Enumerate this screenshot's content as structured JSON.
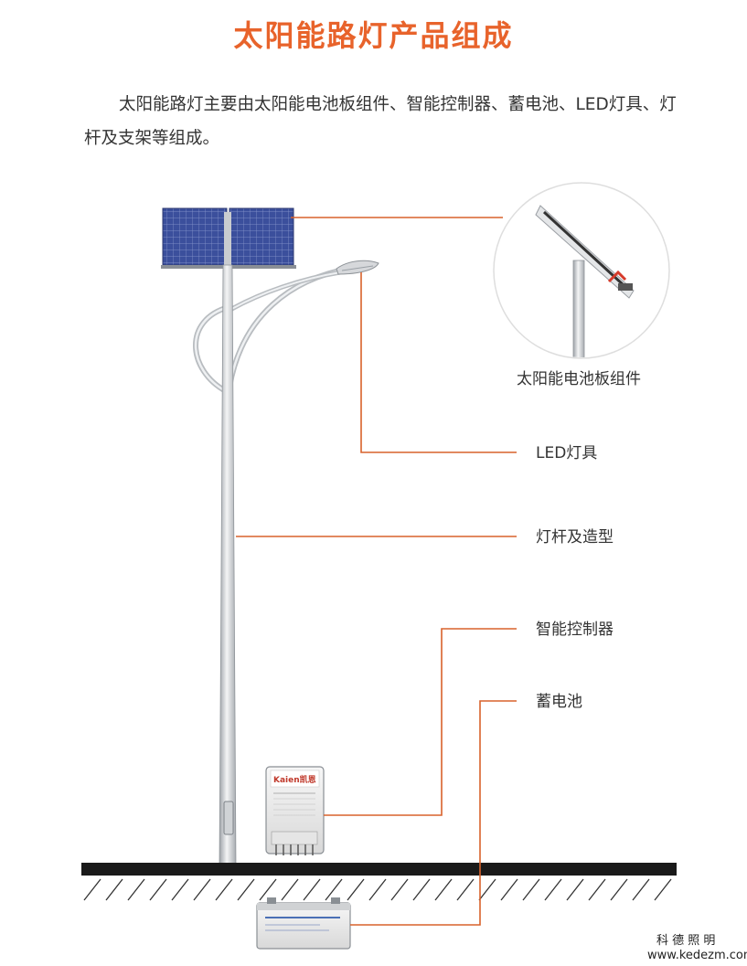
{
  "header": {
    "title": "太阳能路灯产品组成",
    "intro": "太阳能路灯主要由太阳能电池板组件、智能控制器、蓄电池、LED灯具、灯杆及支架等组成。"
  },
  "components": {
    "solar_panel": "太阳能电池板组件",
    "led_lamp": "LED灯具",
    "pole": "灯杆及造型",
    "controller": "智能控制器",
    "battery": "蓄电池"
  },
  "controller_brand": "Kaien凯恩",
  "footer": {
    "brand": "科 德 照 明",
    "url": "www.kedezm.com"
  },
  "colors": {
    "accent": "#e8632b",
    "leader_line": "#d9622b",
    "panel": "#3a4f9a",
    "ground": "#1a1a1a"
  }
}
